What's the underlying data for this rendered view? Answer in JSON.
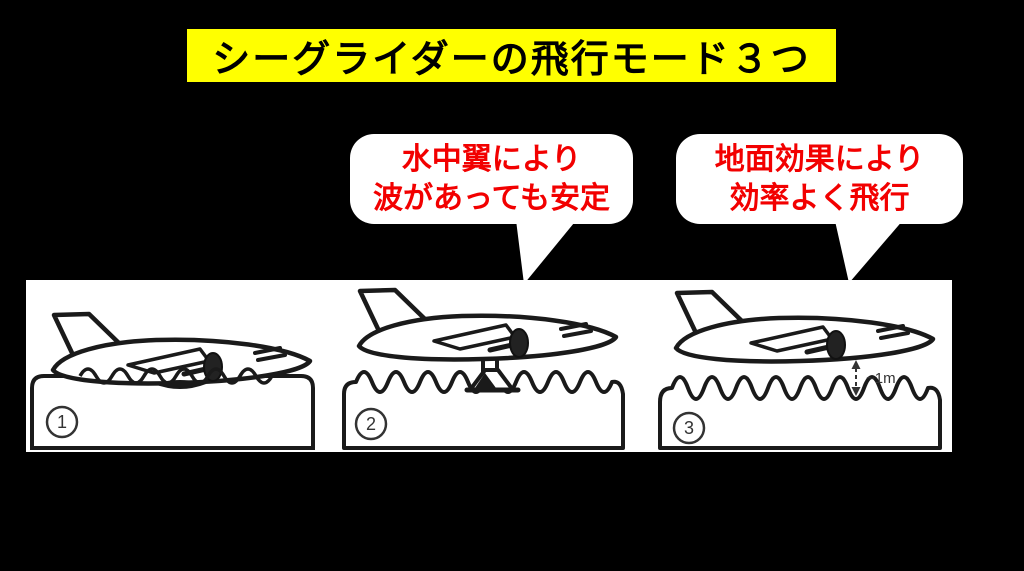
{
  "title": {
    "text": "シーグライダーの飛行モード３つ"
  },
  "callouts": [
    {
      "lines": [
        "水中翼により",
        "波があっても安定"
      ]
    },
    {
      "lines": [
        "地面効果により",
        "効率よく飛行"
      ]
    }
  ],
  "diagram": {
    "panels": [
      {
        "number": "1"
      },
      {
        "number": "2"
      },
      {
        "number": "3",
        "annotation": "~1m"
      }
    ]
  },
  "colors": {
    "background": "#000000",
    "title_bg": "#ffff00",
    "title_text": "#000000",
    "callout_bg": "#ffffff",
    "callout_text": "#f20000",
    "diagram_bg": "#ffffff",
    "line_art": "#1a1a1a"
  }
}
